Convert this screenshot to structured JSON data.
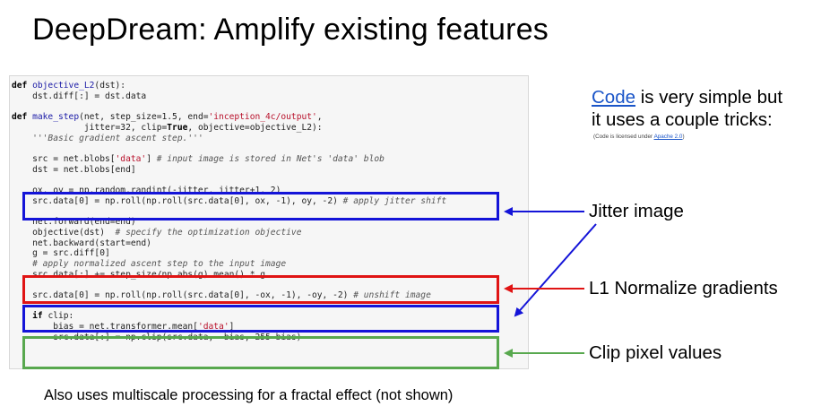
{
  "title": "DeepDream: Amplify existing features",
  "code_lines": [
    "def objective_L2(dst):",
    "    dst.diff[:] = dst.data",
    "",
    "def make_step(net, step_size=1.5, end='inception_4c/output',",
    "              jitter=32, clip=True, objective=objective_L2):",
    "    '''Basic gradient ascent step.'''",
    "",
    "    src = net.blobs['data'] # input image is stored in Net's 'data' blob",
    "    dst = net.blobs[end]",
    "",
    "    ox, oy = np.random.randint(-jitter, jitter+1, 2)",
    "    src.data[0] = np.roll(np.roll(src.data[0], ox, -1), oy, -2) # apply jitter shift",
    "",
    "    net.forward(end=end)",
    "    objective(dst)  # specify the optimization objective",
    "    net.backward(start=end)",
    "    g = src.diff[0]",
    "    # apply normalized ascent step to the input image",
    "    src.data[:] += step_size/np.abs(g).mean() * g",
    "",
    "    src.data[0] = np.roll(np.roll(src.data[0], -ox, -1), -oy, -2) # unshift image",
    "",
    "    if clip:",
    "        bias = net.transformer.mean['data']",
    "        src.data[:] = np.clip(src.data, -bias, 255-bias)"
  ],
  "side_note": {
    "link": "Code",
    "line1_rest": " is very simple but",
    "line2": "it uses a couple tricks:",
    "license_prefix": "(Code is licensed under ",
    "license_link": "Apache 2.0",
    "license_suffix": ")"
  },
  "labels": {
    "jitter": "Jitter image",
    "normalize": "L1 Normalize gradients",
    "clip": "Clip pixel values"
  },
  "footer": "Also uses multiscale processing for a fractal effect (not shown)",
  "colors": {
    "jitter": "#1414d8",
    "normalize": "#e01414",
    "clip": "#58a84e"
  }
}
